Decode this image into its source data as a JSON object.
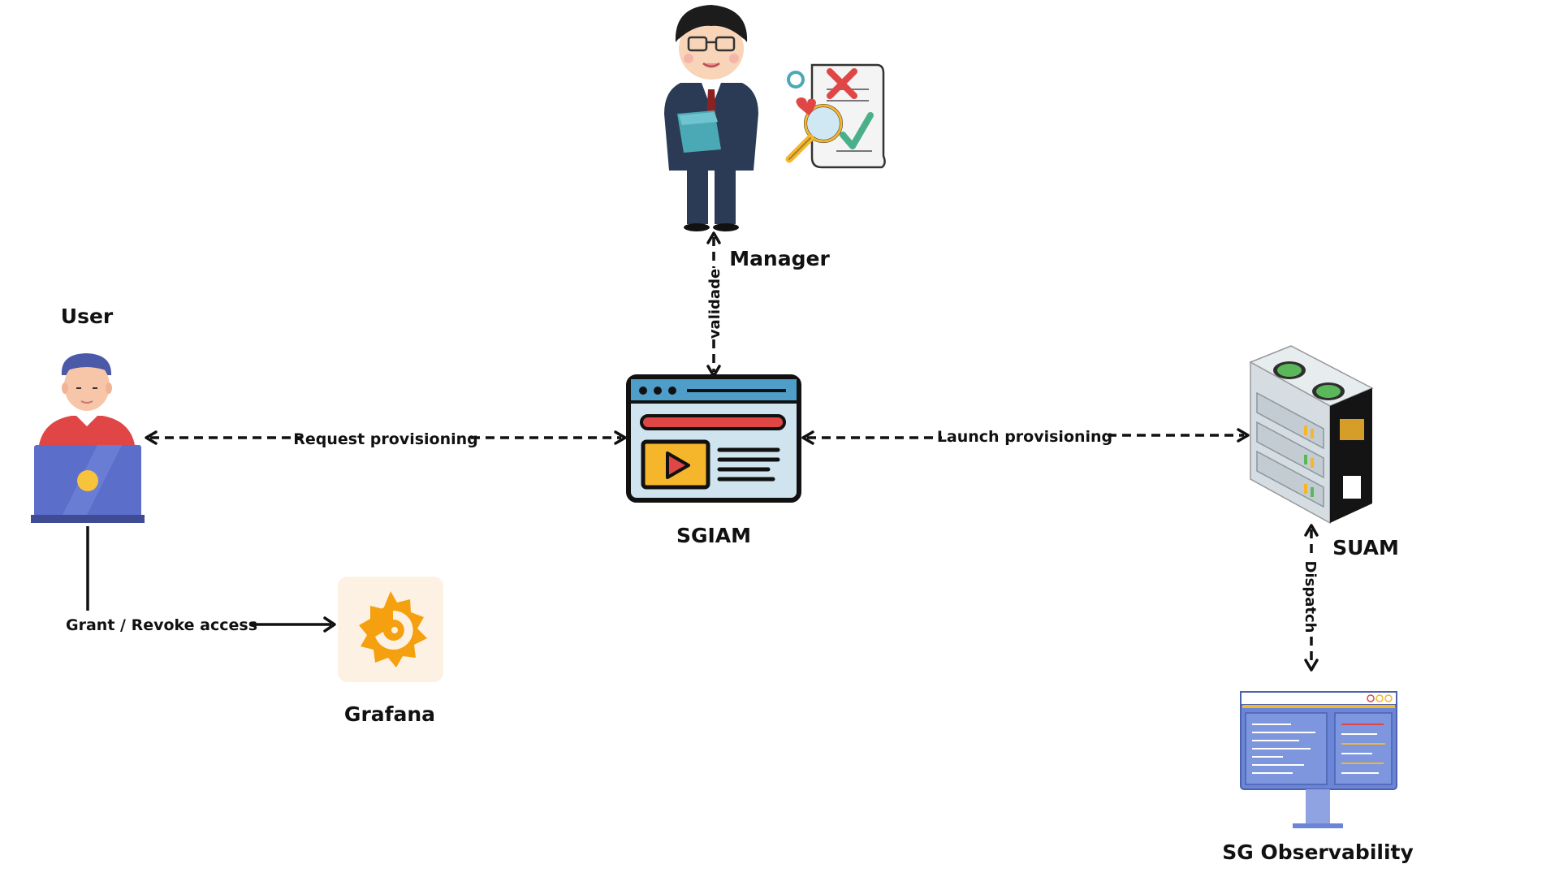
{
  "nodes": {
    "user": {
      "label": "User",
      "icon": "person-with-laptop-icon"
    },
    "manager": {
      "label": "Manager",
      "icon": "businessman-with-clipboard-icon"
    },
    "manager_doc": {
      "icon": "audit-document-magnifier-icon"
    },
    "sgiam": {
      "label": "SGIAM",
      "icon": "web-app-window-icon"
    },
    "suam": {
      "label": "SUAM",
      "icon": "server-rack-icon"
    },
    "grafana": {
      "label": "Grafana",
      "icon": "grafana-logo-icon"
    },
    "observability": {
      "label": "SG Observability",
      "icon": "monitor-dashboard-icon"
    }
  },
  "edges": {
    "request": {
      "label": "Request provisioning",
      "style": "dashed",
      "direction": "both"
    },
    "launch": {
      "label": "Launch provisioning",
      "style": "dashed",
      "direction": "both"
    },
    "validade": {
      "label": "validade",
      "style": "dashed",
      "direction": "both"
    },
    "dispatch": {
      "label": "Dispatch",
      "style": "dashed",
      "direction": "both"
    },
    "grant": {
      "label": "Grant / Revoke access",
      "style": "solid",
      "direction": "forward"
    }
  },
  "colors": {
    "line": "#111111",
    "grafana_orange": "#F5A00F",
    "grafana_bg": "#FDF1E3",
    "monitor_blue": "#6B86D6",
    "server_green": "#5BB85A",
    "sgiam_red": "#E04646",
    "sgiam_yellow": "#F6B62C",
    "sgiam_bg": "#CFE4EF"
  }
}
